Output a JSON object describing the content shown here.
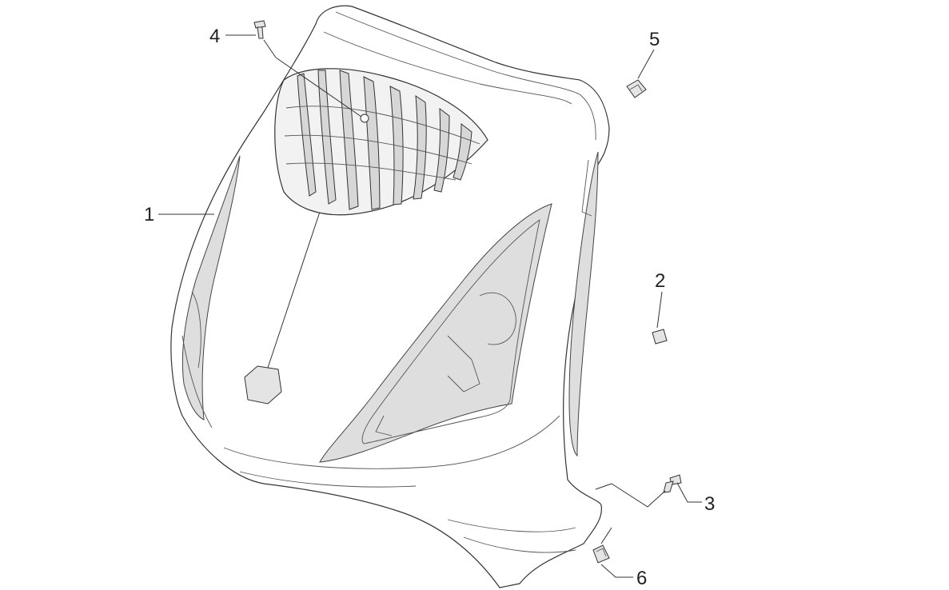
{
  "diagram": {
    "callouts": [
      {
        "id": "1",
        "part": "front-shield"
      },
      {
        "id": "2",
        "part": "clip-nut-right"
      },
      {
        "id": "3",
        "part": "screw-lower"
      },
      {
        "id": "4",
        "part": "screw-top"
      },
      {
        "id": "5",
        "part": "clip-nut-top"
      },
      {
        "id": "6",
        "part": "clip-nut-lower"
      }
    ]
  }
}
